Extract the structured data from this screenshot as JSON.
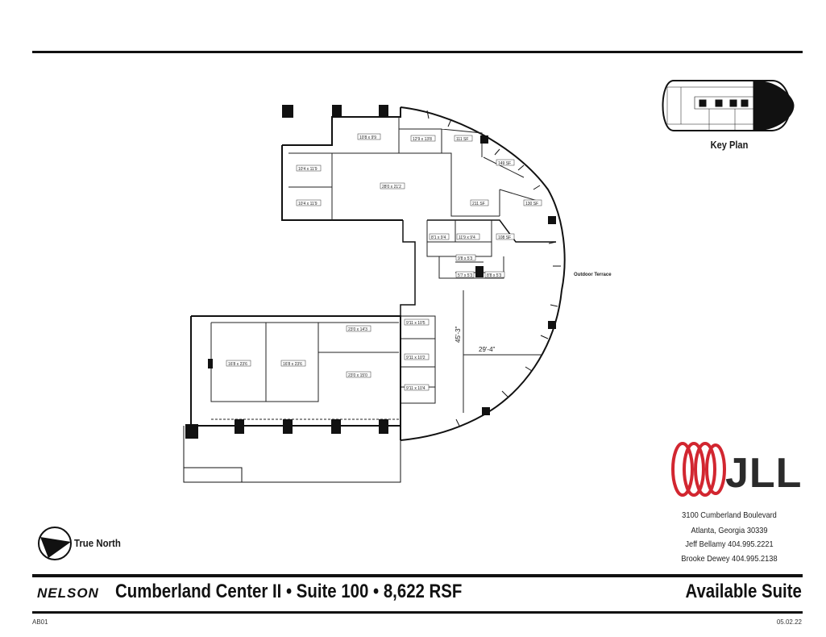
{
  "header": {
    "title": "Cumberland Center II • Suite 100  • 8,622 RSF",
    "status": "Available Suite"
  },
  "brand": {
    "nelson_logo": "NELSON",
    "jll_logo": "JLL",
    "jll_color": "#d22630"
  },
  "contact": {
    "address_line1": "3100 Cumberland Boulevard",
    "address_line2": "Atlanta, Georgia 30339",
    "agent1": "Jeff Bellamy  404.995.2221",
    "agent2": "Brooke Dewey  404.995.2138"
  },
  "key_plan": {
    "label": "Key Plan"
  },
  "north": {
    "label": "True North"
  },
  "footer": {
    "sheet": "AB01",
    "date": "05.02.22"
  },
  "plan": {
    "dim_vertical": "45'-3\"",
    "dim_horizontal": "29'-4\"",
    "terrace": "Outdoor Terrace",
    "rooms": {
      "r1": "10'8 x 9'9",
      "r2": "12'9 x 13'8",
      "r3": "111 SF",
      "r4": "10'4 x 11'9",
      "r5": "10'4 x 11'9",
      "r6": "28'0 x 21'2",
      "r7": "149 SF",
      "r8": "211 SF",
      "r9": "130 SF",
      "r10": "8'1 x 9'4",
      "r11": "11'9 x 9'4",
      "r12": "108 SF",
      "r13": "9'8 x 5'3",
      "r14": "5'7 x 5'3",
      "r15": "8'8 x 5'3",
      "r16": "16'8 x 23'6",
      "r17": "16'8 x 23'6",
      "r18": "23'0 x 14'3",
      "r19": "23'0 x 15'0",
      "r20": "9'11 x 10'5",
      "r21": "9'11 x 10'2",
      "r22": "9'11 x 10'4"
    }
  }
}
